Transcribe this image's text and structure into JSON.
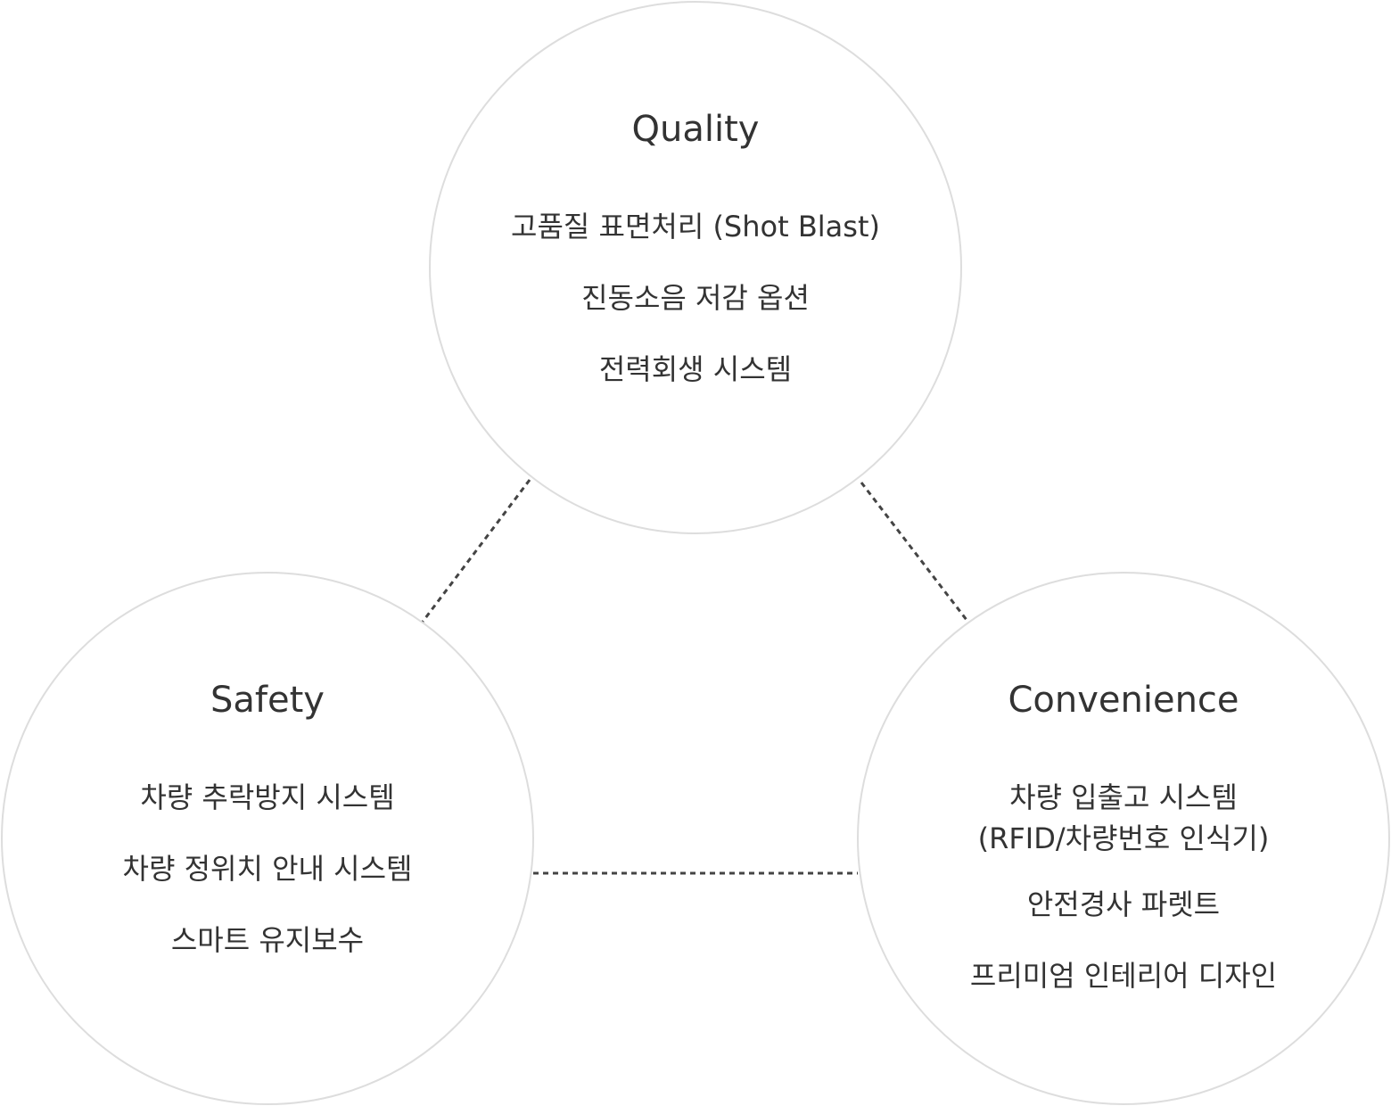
{
  "diagram": {
    "border_color": "#dddddd",
    "connector_color": "#444444",
    "text_color": "#333333",
    "nodes": {
      "quality": {
        "title": "Quality",
        "items": [
          "고품질 표면처리 (Shot Blast)",
          "진동소음 저감 옵션",
          "전력회생 시스템"
        ]
      },
      "safety": {
        "title": "Safety",
        "items": [
          "차량 추락방지 시스템",
          "차량 정위치 안내 시스템",
          "스마트 유지보수"
        ]
      },
      "convenience": {
        "title": "Convenience",
        "items": [
          "차량 입출고 시스템\n(RFID/차량번호 인식기)",
          "안전경사 파렛트",
          "프리미엄 인테리어 디자인"
        ]
      }
    }
  }
}
